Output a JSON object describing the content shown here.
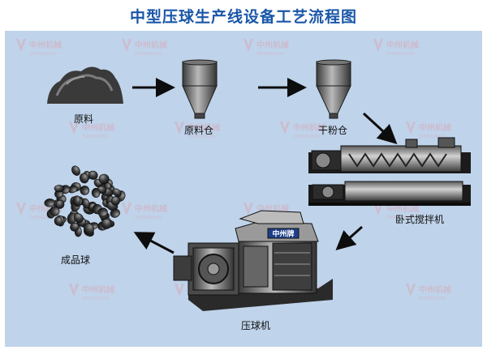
{
  "title": "中型压球生产线设备工艺流程图",
  "watermark": {
    "brand": "中州机械",
    "brand_en": "ZHONGZHOU"
  },
  "machine_plate": "中州牌",
  "steps": [
    {
      "id": "raw",
      "label": "原料"
    },
    {
      "id": "raw-bin",
      "label": "原料仓"
    },
    {
      "id": "dry-bin",
      "label": "干粉仓"
    },
    {
      "id": "mixer",
      "label": "卧式搅拌机"
    },
    {
      "id": "press",
      "label": "压球机"
    },
    {
      "id": "balls",
      "label": "成品球"
    }
  ],
  "colors": {
    "title": "#1a57a8",
    "panel": "#bfd3ea",
    "arrow": "#0d0d0d",
    "watermark": "#d7aab8"
  }
}
